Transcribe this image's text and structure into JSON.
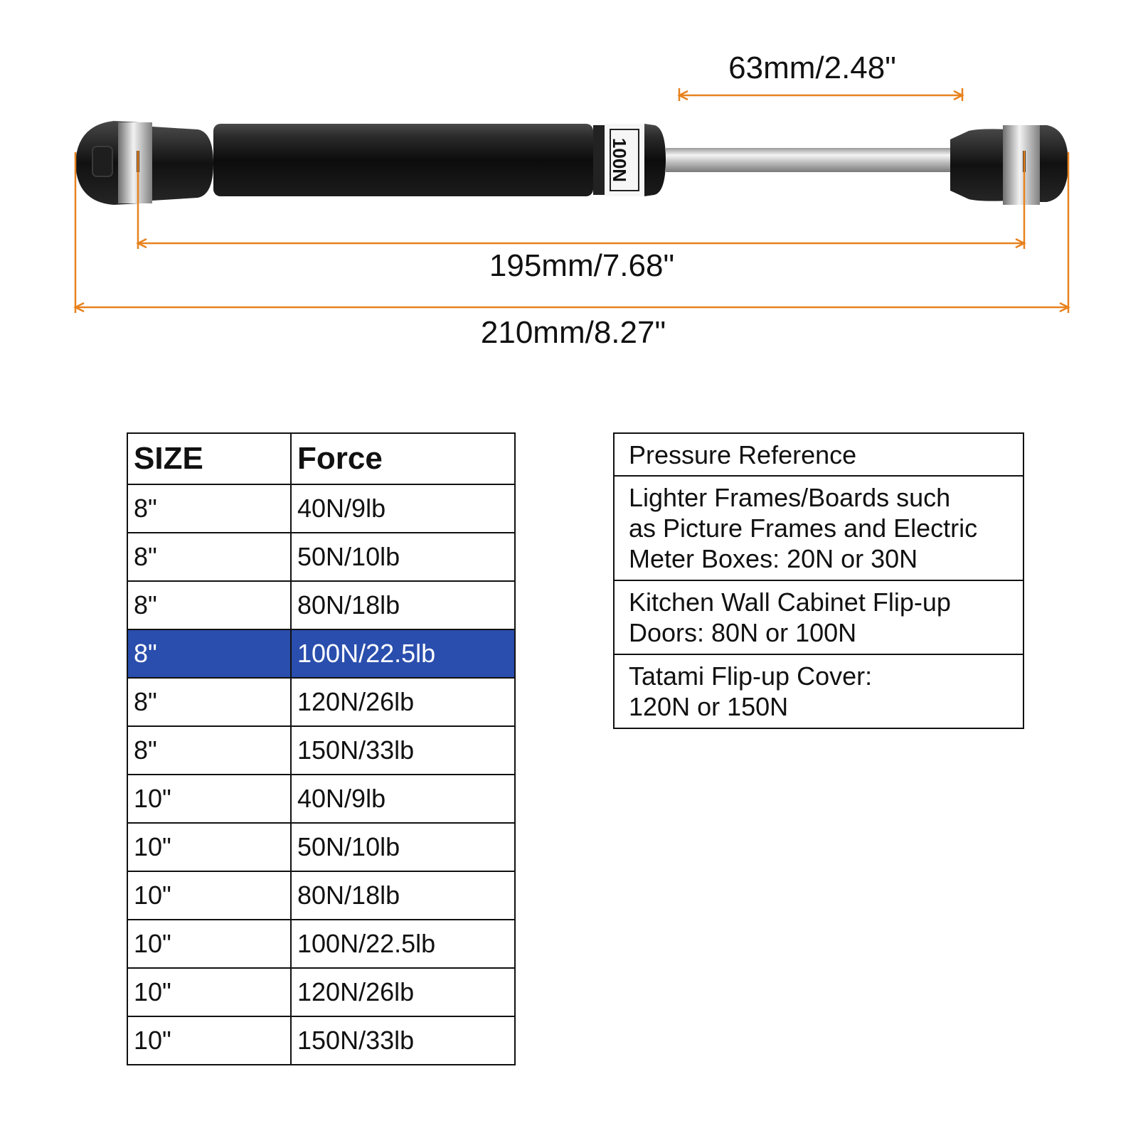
{
  "dimensions": {
    "stroke": "63mm/2.48\"",
    "center_to_center": "195mm/7.68\"",
    "overall": "210mm/8.27\""
  },
  "strut": {
    "stamp": "100N"
  },
  "colors": {
    "dimension_line": "#e8821e",
    "highlight_row": "#2a4ead",
    "cylinder": "#151515"
  },
  "size_table": {
    "headers": [
      "SIZE",
      "Force"
    ],
    "highlight_row": 3,
    "rows": [
      {
        "size": "8\"",
        "force": "40N/9lb"
      },
      {
        "size": "8\"",
        "force": "50N/10lb"
      },
      {
        "size": "8\"",
        "force": "80N/18lb"
      },
      {
        "size": "8\"",
        "force": "100N/22.5lb"
      },
      {
        "size": "8\"",
        "force": "120N/26lb"
      },
      {
        "size": "8\"",
        "force": "150N/33lb"
      },
      {
        "size": "10\"",
        "force": "40N/9lb"
      },
      {
        "size": "10\"",
        "force": "50N/10lb"
      },
      {
        "size": "10\"",
        "force": "80N/18lb"
      },
      {
        "size": "10\"",
        "force": "100N/22.5lb"
      },
      {
        "size": "10\"",
        "force": "120N/26lb"
      },
      {
        "size": "10\"",
        "force": "150N/33lb"
      }
    ]
  },
  "pressure_table": {
    "header": "Pressure Reference",
    "rows": [
      [
        "Lighter Frames/Boards such",
        "as Picture Frames and Electric",
        "Meter Boxes: 20N or 30N"
      ],
      [
        "Kitchen Wall Cabinet Flip-up",
        "Doors: 80N or 100N"
      ],
      [
        "Tatami Flip-up Cover:",
        "120N or 150N"
      ]
    ]
  }
}
